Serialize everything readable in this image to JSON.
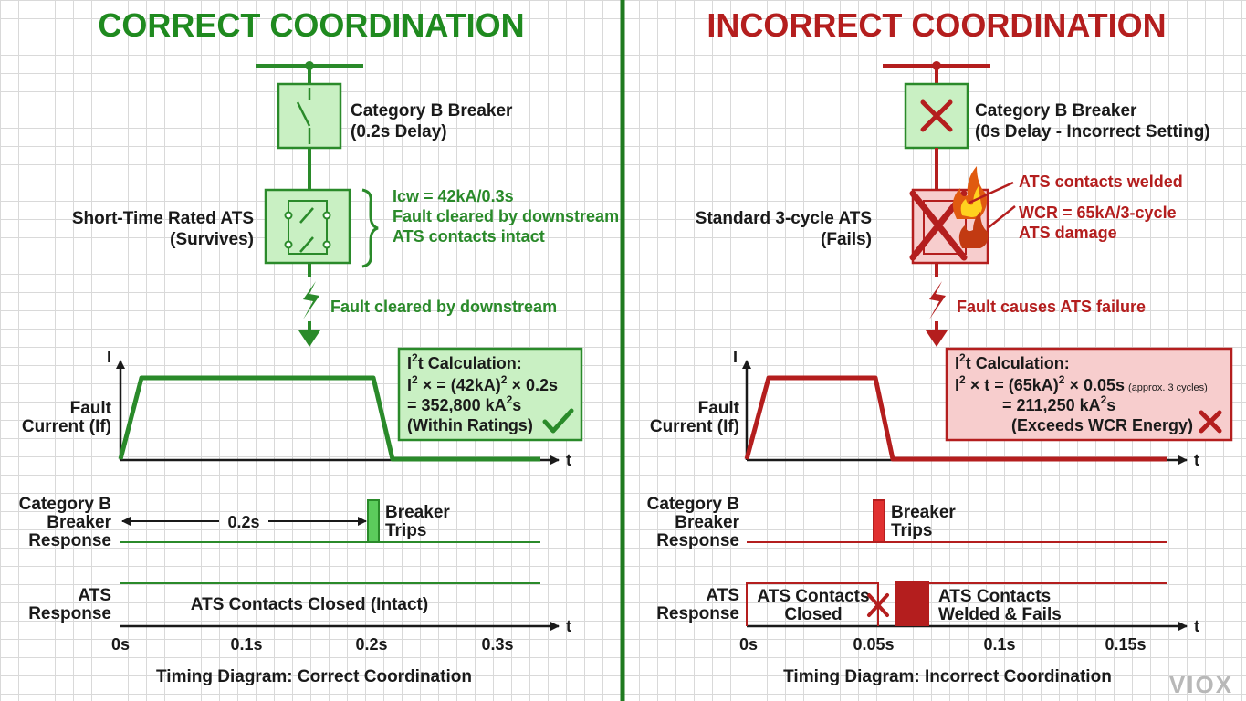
{
  "colors": {
    "good": "#2a8a2a",
    "good_fill": "#c9f0c3",
    "bad": "#b41e1e",
    "bad_fill": "#f7cdcd",
    "text": "#1a1a1a",
    "grid": "#d9d9d9"
  },
  "watermark": "VIOX",
  "left": {
    "title": "CORRECT COORDINATION",
    "breaker": {
      "name": "Category B Breaker",
      "setting": "(0.2s Delay)"
    },
    "ats": {
      "name": "Short-Time Rated ATS",
      "status": "(Survives)"
    },
    "ats_notes": [
      "Icw = 42kA/0.3s",
      "Fault cleared by downstream",
      "ATS contacts intact"
    ],
    "fault_note": "Fault cleared by downstream",
    "calc": {
      "title": "t Calculation:",
      "line1": "× = (42kA)",
      "line1b": "× 0.2s",
      "line2": "= 352,800 kA",
      "line3": "(Within Ratings)"
    },
    "axis_i": "I",
    "axis_t": "t",
    "fault_label": [
      "Fault",
      "Current (If)"
    ],
    "breaker_label": [
      "Category B",
      "Breaker",
      "Response"
    ],
    "ats_label": [
      "ATS",
      "Response"
    ],
    "interval": "0.2s",
    "trip_label": [
      "Breaker",
      "Trips"
    ],
    "ats_state": "ATS Contacts Closed (Intact)",
    "ticks": [
      "0s",
      "0.1s",
      "0.2s",
      "0.3s"
    ],
    "caption": "Timing Diagram: Correct Coordination"
  },
  "right": {
    "title": "INCORRECT COORDINATION",
    "breaker": {
      "name": "Category B Breaker",
      "setting": "(0s Delay - Incorrect Setting)"
    },
    "ats": {
      "name": "Standard 3-cycle ATS",
      "status": "(Fails)"
    },
    "ats_notes": [
      "ATS contacts welded",
      "WCR = 65kA/3-cycle",
      "ATS damage"
    ],
    "fault_note": "Fault causes ATS failure",
    "calc": {
      "title": "t Calculation:",
      "line1": "× t = (65kA)",
      "line1b": "× 0.05s",
      "line1c": "(approx. 3 cycles)",
      "line2": "= 211,250 kA",
      "line3": "(Exceeds WCR Energy)"
    },
    "axis_i": "I",
    "axis_t": "t",
    "fault_label": [
      "Fault",
      "Current (If)"
    ],
    "breaker_label": [
      "Category B",
      "Breaker",
      "Response"
    ],
    "ats_label": [
      "ATS",
      "Response"
    ],
    "trip_label": [
      "Breaker",
      "Trips"
    ],
    "ats_state_before": [
      "ATS Contacts",
      "Closed"
    ],
    "ats_state_after": [
      "ATS Contacts",
      "Welded & Fails"
    ],
    "ticks": [
      "0s",
      "0.05s",
      "0.1s",
      "0.15s"
    ],
    "caption": "Timing Diagram: Incorrect Coordination"
  }
}
